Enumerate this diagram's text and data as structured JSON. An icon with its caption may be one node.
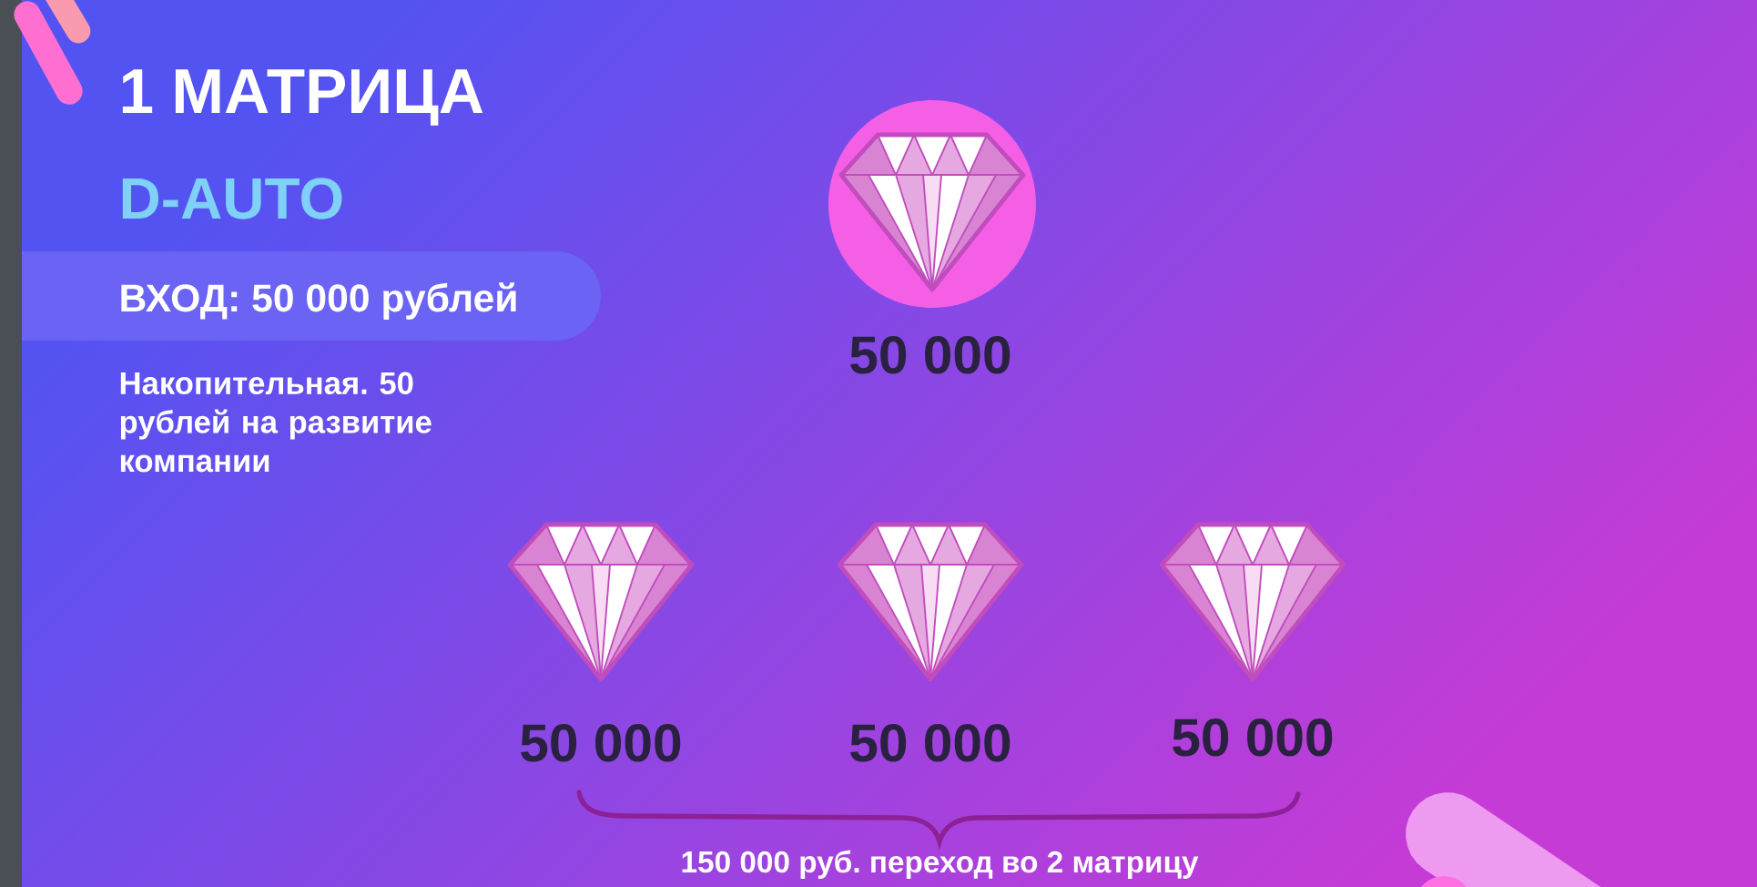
{
  "diagram": {
    "title": "1 МАТРИЦА",
    "nodes": [
      {
        "text": [
          "ВХОД: 50 000 рублей"
        ]
      },
      {
        "text": [
          "50 000"
        ]
      },
      {
        "text": [
          "50 000"
        ]
      },
      {
        "text": [
          "50 000"
        ]
      },
      {
        "text": [
          "50 000"
        ]
      }
    ],
    "labels": [
      "D-AUTO",
      "Накопительная. 50 рублей на развитие компании",
      "150 000 руб. переход во 2 матрицу"
    ]
  }
}
